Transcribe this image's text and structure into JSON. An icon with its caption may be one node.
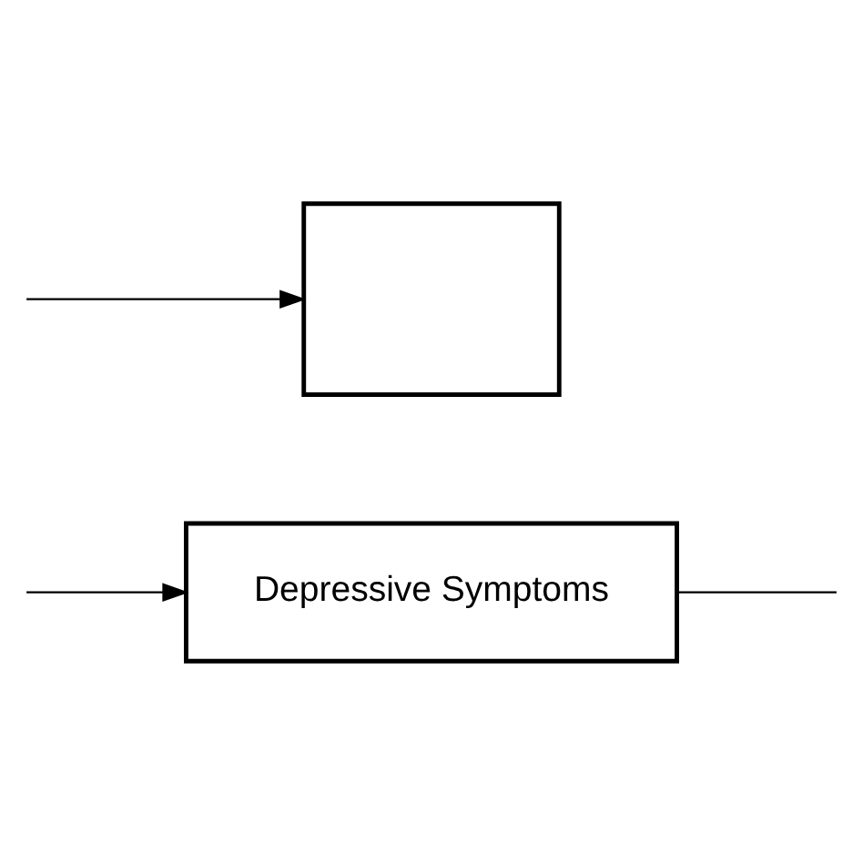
{
  "diagram": {
    "nodes": [
      {
        "text": [
          "Depressive Symptoms"
        ]
      },
      {
        "text": [],
        "shape": "box"
      }
    ],
    "edges": [
      {
        "from": 0,
        "to": null,
        "arrow": "none"
      },
      {
        "from": null,
        "to": 0,
        "arrow": "to"
      },
      {
        "from": null,
        "to": 1,
        "arrow": "to"
      }
    ]
  }
}
